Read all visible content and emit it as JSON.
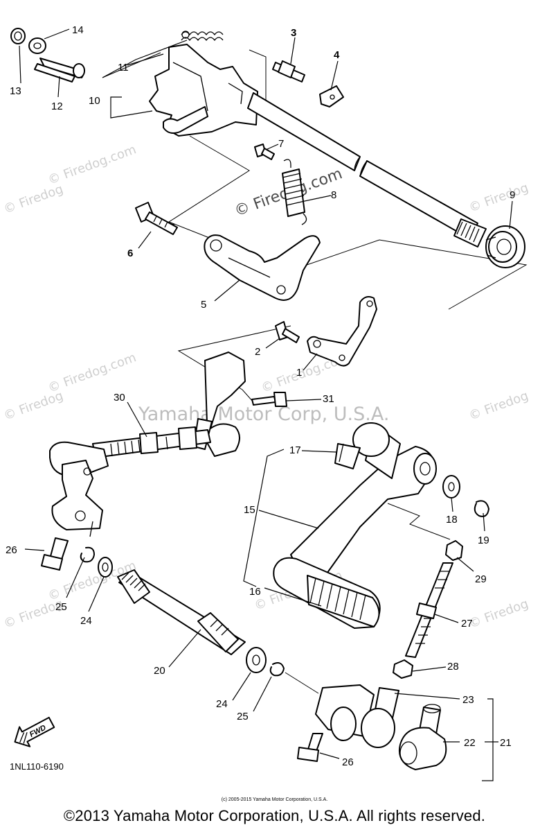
{
  "watermarks": {
    "small": "© Firedog",
    "medium": "© Firedog.com",
    "center": "Yamaha Motor Corp, U.S.A."
  },
  "callouts": [
    "1",
    "2",
    "3",
    "4",
    "5",
    "6",
    "7",
    "8",
    "9",
    "10",
    "11",
    "12",
    "13",
    "14",
    "15",
    "16",
    "17",
    "18",
    "19",
    "20",
    "21",
    "22",
    "23",
    "24",
    "24",
    "25",
    "25",
    "26",
    "26",
    "27",
    "28",
    "29",
    "30",
    "31"
  ],
  "fwd_label": "FWD",
  "diagram_code": "1NL110-6190",
  "copyright_small": "(c) 2005-2015 Yamaha Motor Corporation, U.S.A.",
  "copyright_main": "©2013 Yamaha Motor Corporation, U.S.A. All rights reserved."
}
